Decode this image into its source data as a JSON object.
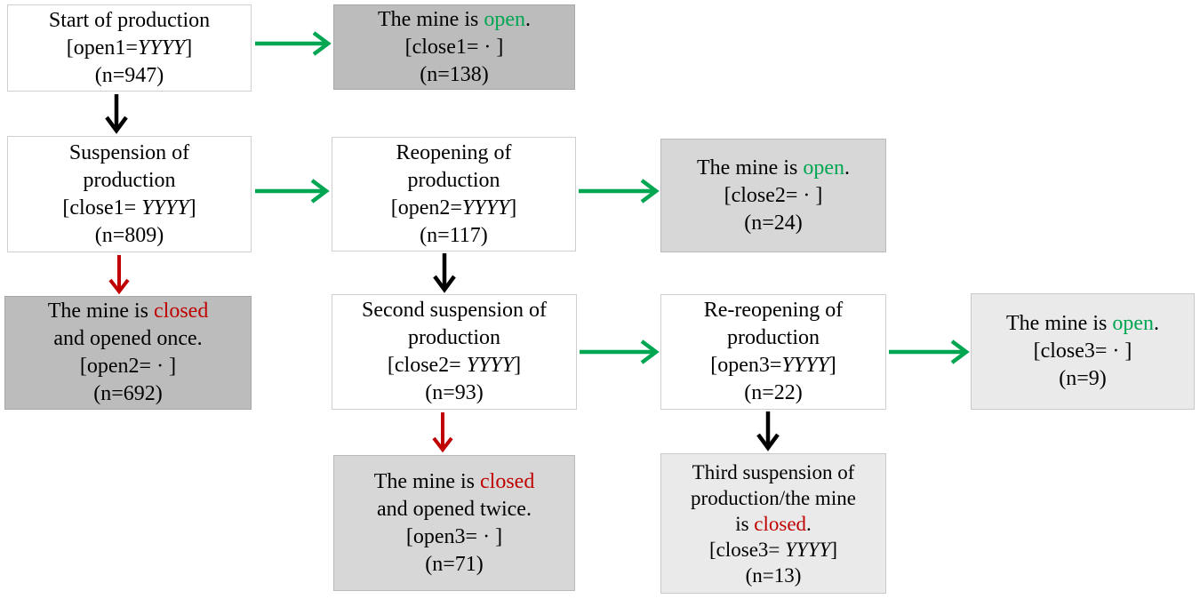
{
  "figure": {
    "title": "Mine production status flowchart",
    "legend_semantics": {
      "green_arrow": "mine reopens / remains open",
      "red_arrow": "mine stays closed",
      "black_arrow": "production suspended"
    }
  },
  "colors": {
    "open_green": "#00a651",
    "closed_red": "#c00000",
    "arrow_black": "#000000",
    "box_gray_dark": "#bcbcbc",
    "box_gray_mid": "#d7d7d7",
    "box_gray_light": "#eaeaea",
    "box_white": "#ffffff"
  },
  "boxes": {
    "start": {
      "line1": "Start of production",
      "bracket_pre": "[open1=",
      "year_var": "YYYY",
      "bracket_post": "]",
      "n": "(n=947)"
    },
    "mine_open_1": {
      "pre": "The mine is ",
      "status": "open",
      "post": ".",
      "bracket": "[close1= · ]",
      "n": "(n=138)"
    },
    "suspension": {
      "line1": "Suspension of",
      "line2": "production",
      "bracket_pre": "[close1= ",
      "year_var": "YYYY",
      "bracket_post": "]",
      "n": "(n=809)"
    },
    "reopening": {
      "line1": "Reopening of",
      "line2": "production",
      "bracket_pre": "[open2=",
      "year_var": "YYYY",
      "bracket_post": "]",
      "n": "(n=117)"
    },
    "mine_open_2": {
      "pre": "The mine is ",
      "status": "open",
      "post": ".",
      "bracket": "[close2= · ]",
      "n": "(n=24)"
    },
    "closed_opened_once": {
      "pre": "The mine is ",
      "status": "closed",
      "line2": "and opened once.",
      "bracket": "[open2= · ]",
      "n": "(n=692)"
    },
    "second_suspension": {
      "line1": "Second suspension of",
      "line2": "production",
      "bracket_pre": "[close2= ",
      "year_var": "YYYY",
      "bracket_post": "]",
      "n": "(n=93)"
    },
    "re_reopening": {
      "line1": "Re-reopening of",
      "line2": "production",
      "bracket_pre": "[open3=",
      "year_var": "YYYY",
      "bracket_post": "]",
      "n": "(n=22)"
    },
    "mine_open_3": {
      "pre": "The mine is ",
      "status": "open",
      "post": ".",
      "bracket": "[close3= · ]",
      "n": "(n=9)"
    },
    "closed_opened_twice": {
      "pre": "The mine is ",
      "status": "closed",
      "line2": "and opened twice.",
      "bracket": "[open3= · ]",
      "n": "(n=71)"
    },
    "third_suspension": {
      "line1": "Third suspension of",
      "line2": "production/the mine",
      "line3_pre": "is ",
      "line3_status": "closed",
      "line3_post": ".",
      "bracket_pre": "[close3= ",
      "year_var": "YYYY",
      "bracket_post": "]",
      "n": "(n=13)"
    }
  },
  "arrows": [
    {
      "from": "start",
      "to": "mine_open_1",
      "color": "green"
    },
    {
      "from": "start",
      "to": "suspension",
      "color": "black"
    },
    {
      "from": "suspension",
      "to": "reopening",
      "color": "green"
    },
    {
      "from": "suspension",
      "to": "closed_opened_once",
      "color": "red"
    },
    {
      "from": "reopening",
      "to": "mine_open_2",
      "color": "green"
    },
    {
      "from": "reopening",
      "to": "second_suspension",
      "color": "black"
    },
    {
      "from": "second_suspension",
      "to": "re_reopening",
      "color": "green"
    },
    {
      "from": "second_suspension",
      "to": "closed_opened_twice",
      "color": "red"
    },
    {
      "from": "re_reopening",
      "to": "mine_open_3",
      "color": "green"
    },
    {
      "from": "re_reopening",
      "to": "third_suspension",
      "color": "black"
    }
  ]
}
